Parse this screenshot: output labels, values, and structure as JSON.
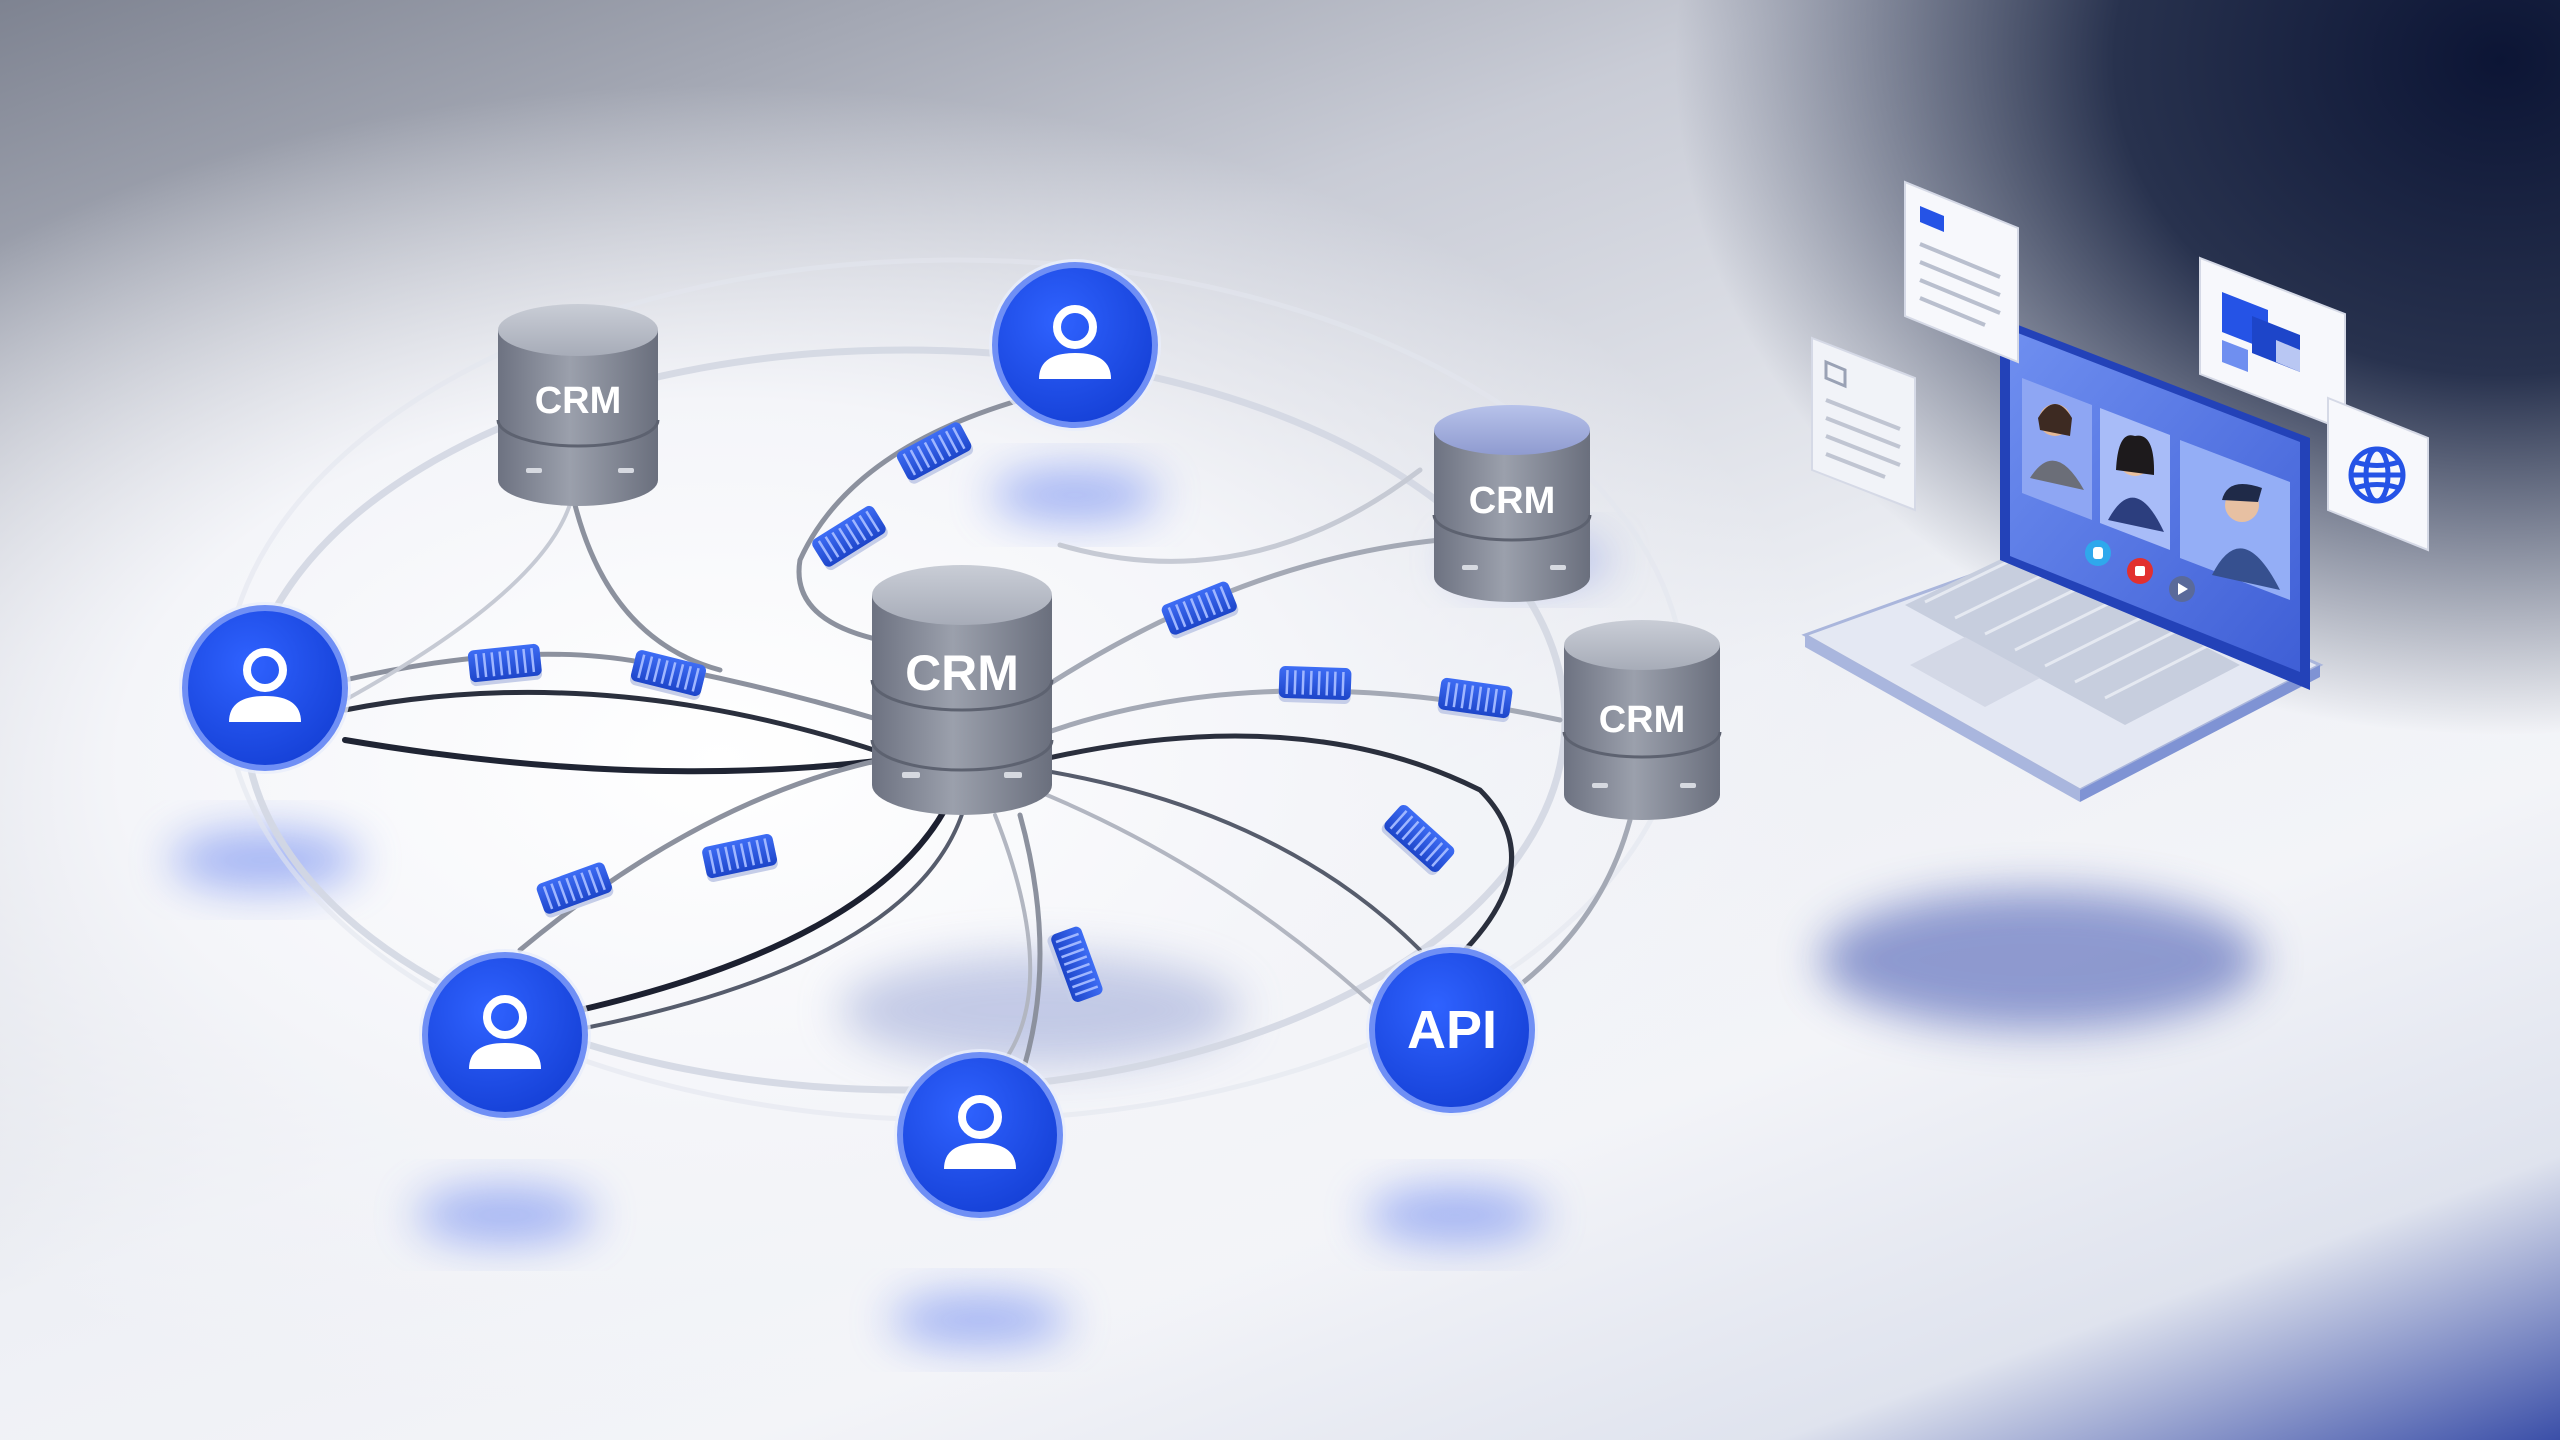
{
  "diagram": {
    "crm_nodes": [
      {
        "id": "crm-top-left",
        "label": "CRM"
      },
      {
        "id": "crm-center",
        "label": "CRM"
      },
      {
        "id": "crm-right-upper",
        "label": "CRM"
      },
      {
        "id": "crm-right-lower",
        "label": "CRM"
      }
    ],
    "user_nodes": [
      {
        "id": "user-top",
        "icon": "user-icon"
      },
      {
        "id": "user-left",
        "icon": "user-icon"
      },
      {
        "id": "user-bottom-left",
        "icon": "user-icon"
      },
      {
        "id": "user-bottom",
        "icon": "user-icon"
      }
    ],
    "api_node": {
      "label": "API"
    },
    "laptop": {
      "screen": "video-call",
      "participants": 3,
      "controls": [
        "mute-icon",
        "end-call-icon",
        "video-icon"
      ],
      "floating_cards": [
        "document-card",
        "layout-card",
        "globe-card",
        "notes-card"
      ]
    },
    "colors": {
      "accent": "#1d4fe0",
      "cylinder": "#8a8f9c",
      "link_dark": "#1f2433",
      "link_light": "#c8ccd8"
    }
  }
}
